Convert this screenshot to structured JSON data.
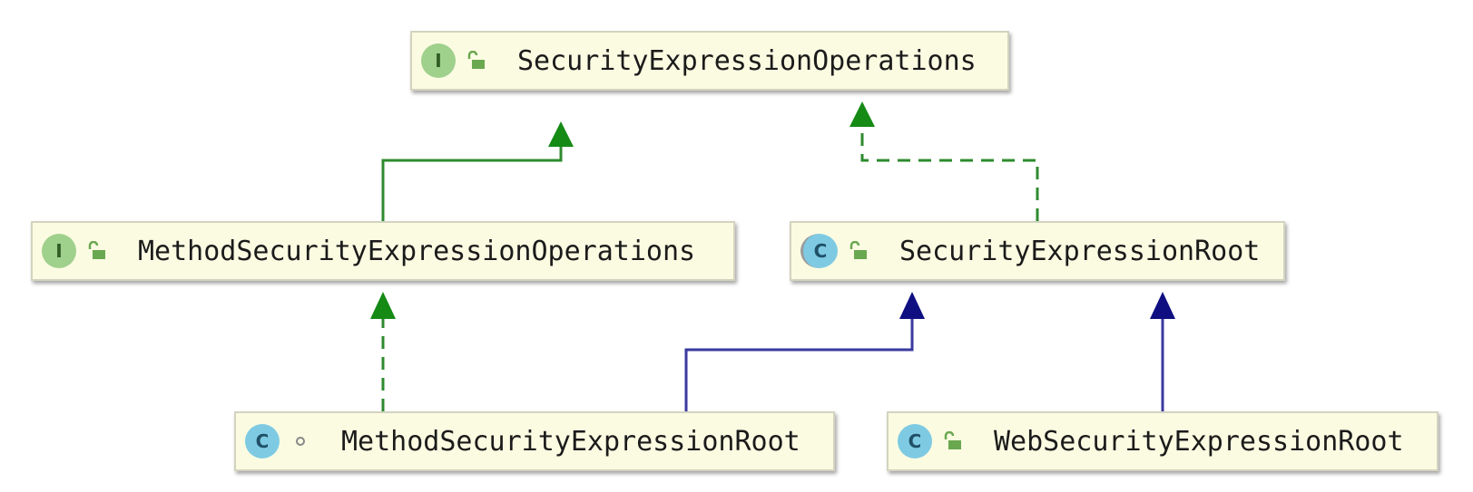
{
  "nodes": {
    "security_expression_operations": {
      "kind": "I",
      "visibility": "public",
      "name": "SecurityExpressionOperations"
    },
    "method_security_expression_operations": {
      "kind": "I",
      "visibility": "public",
      "name": "MethodSecurityExpressionOperations"
    },
    "security_expression_root": {
      "kind": "C",
      "visibility": "public",
      "abstract": true,
      "name": "SecurityExpressionRoot"
    },
    "method_security_expression_root": {
      "kind": "C",
      "visibility": "package-private",
      "name": "MethodSecurityExpressionRoot"
    },
    "web_security_expression_root": {
      "kind": "C",
      "visibility": "public",
      "name": "WebSecurityExpressionRoot"
    }
  },
  "edges": [
    {
      "from": "method_security_expression_operations",
      "to": "security_expression_operations",
      "type": "extends-interface",
      "style": "solid",
      "color": "#2e8b2e"
    },
    {
      "from": "security_expression_root",
      "to": "security_expression_operations",
      "type": "implements",
      "style": "dashed",
      "color": "#2e8b2e"
    },
    {
      "from": "method_security_expression_root",
      "to": "method_security_expression_operations",
      "type": "implements",
      "style": "dashed",
      "color": "#2e8b2e"
    },
    {
      "from": "method_security_expression_root",
      "to": "security_expression_root",
      "type": "extends",
      "style": "solid",
      "color": "#1a1a8c"
    },
    {
      "from": "web_security_expression_root",
      "to": "security_expression_root",
      "type": "extends",
      "style": "solid",
      "color": "#1a1a8c"
    }
  ],
  "colors": {
    "node_fill": "#fbfbe2",
    "interface_badge": "#9fd08c",
    "class_badge": "#7ecae3",
    "implements_arrow": "#2e8b2e",
    "extends_arrow": "#1a1a8c"
  }
}
